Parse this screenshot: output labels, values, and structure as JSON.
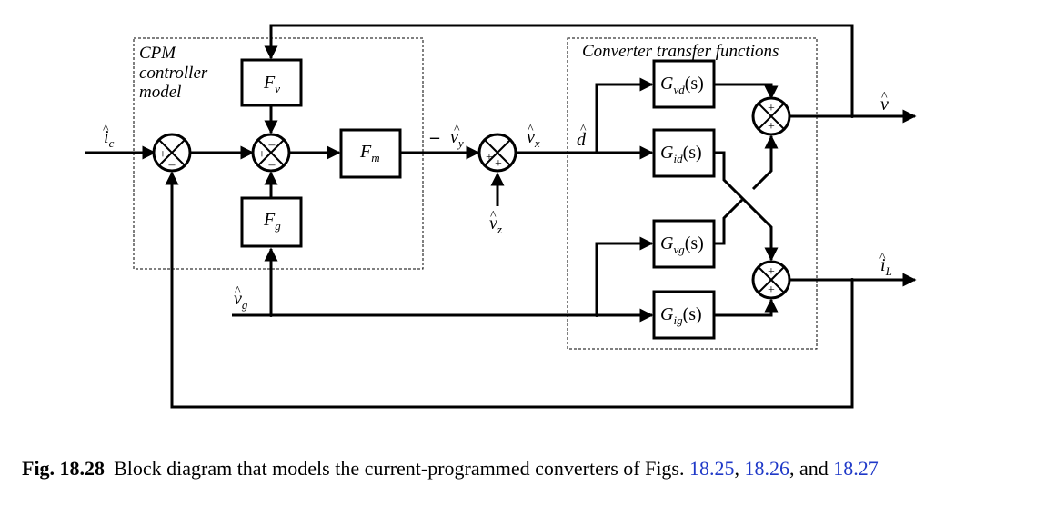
{
  "diagram": {
    "cpm_box_label": [
      "CPM",
      "controller",
      "model"
    ],
    "converter_box_label": "Converter transfer functions",
    "blocks": {
      "Fv": {
        "main": "F",
        "sub": "v"
      },
      "Fm": {
        "main": "F",
        "sub": "m"
      },
      "Fg": {
        "main": "F",
        "sub": "g"
      },
      "Gvd": {
        "main": "G",
        "sub": "vd",
        "arg": "(s)"
      },
      "Gid": {
        "main": "G",
        "sub": "id",
        "arg": "(s)"
      },
      "Gvg": {
        "main": "G",
        "sub": "vg",
        "arg": "(s)"
      },
      "Gig": {
        "main": "G",
        "sub": "ig",
        "arg": "(s)"
      }
    },
    "signals": {
      "ic": {
        "main": "i",
        "sub": "c"
      },
      "vy": {
        "main": "v",
        "sub": "y",
        "prefix": "–"
      },
      "vx": {
        "main": "v",
        "sub": "x"
      },
      "vz": {
        "main": "v",
        "sub": "z"
      },
      "d": {
        "main": "d"
      },
      "v": {
        "main": "v"
      },
      "iL": {
        "main": "i",
        "sub": "L"
      },
      "vg": {
        "main": "v",
        "sub": "g"
      }
    },
    "signs": {
      "plus": "+",
      "minus": "–"
    }
  },
  "caption": {
    "label": "Fig. 18.28",
    "text": "Block diagram that models the current-programmed converters of Figs.",
    "refs": [
      "18.25",
      "18.26",
      "18.27"
    ],
    "sep1": ", ",
    "sep2": ", and ",
    "colors": {
      "ref": "#1f39c8"
    }
  }
}
